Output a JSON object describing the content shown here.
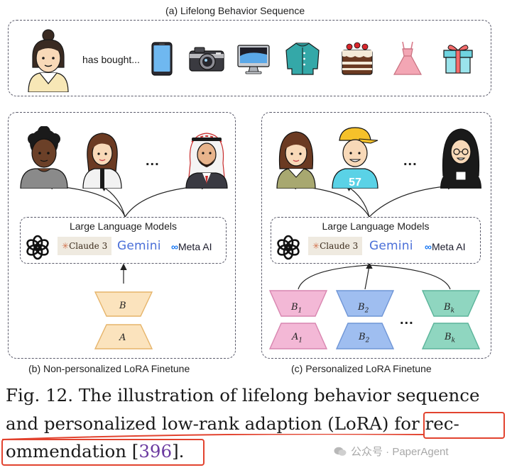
{
  "panel_a": {
    "title": "(a) Lifelong Behavior Sequence",
    "has_bought": "has bought...",
    "items": [
      "phone-icon",
      "camera-icon",
      "monitor-icon",
      "sweater-icon",
      "cake-icon",
      "dress-icon",
      "gift-icon"
    ]
  },
  "panel_b": {
    "title": "(b) Non-personalized LoRA Finetune",
    "ellipsis": "...",
    "llm_title": "Large Language Models",
    "claude": "Claude 3",
    "gemini": "Gemini",
    "metaai": "Meta AI",
    "lora_b": "B",
    "lora_a": "A"
  },
  "panel_c": {
    "title": "(c) Personalized LoRA Finetune",
    "ellipsis": "...",
    "llm_title": "Large Language Models",
    "claude": "Claude 3",
    "gemini": "Gemini",
    "metaai": "Meta AI",
    "jersey_number": "57",
    "adapters": [
      {
        "top": "B",
        "top_sub": "1",
        "bottom": "A",
        "bottom_sub": "1",
        "color": "#f3b8d6"
      },
      {
        "top": "B",
        "top_sub": "2",
        "bottom": "B",
        "bottom_sub": "2",
        "color": "#9fbef0"
      },
      {
        "top": "B",
        "top_sub": "k",
        "bottom": "B",
        "bottom_sub": "k",
        "color": "#8fd6c0"
      }
    ],
    "adapter_ellipsis": "..."
  },
  "caption": {
    "line1": "Fig. 12.  The illustration of lifelong behavior sequence",
    "line2_pre": "and personalized low-rank adaption (LoRA) ",
    "line2_boxed": "for rec-",
    "line3_pre": "ommendation [",
    "line3_cite": "396",
    "line3_post": "]."
  },
  "watermark": "公众号 · PaperAgent",
  "colors": {
    "lora_single": "#fbe3bd",
    "lora_single_stroke": "#e6b46a",
    "highlight": "#e2432f",
    "dashed": "#5a5a6a"
  }
}
